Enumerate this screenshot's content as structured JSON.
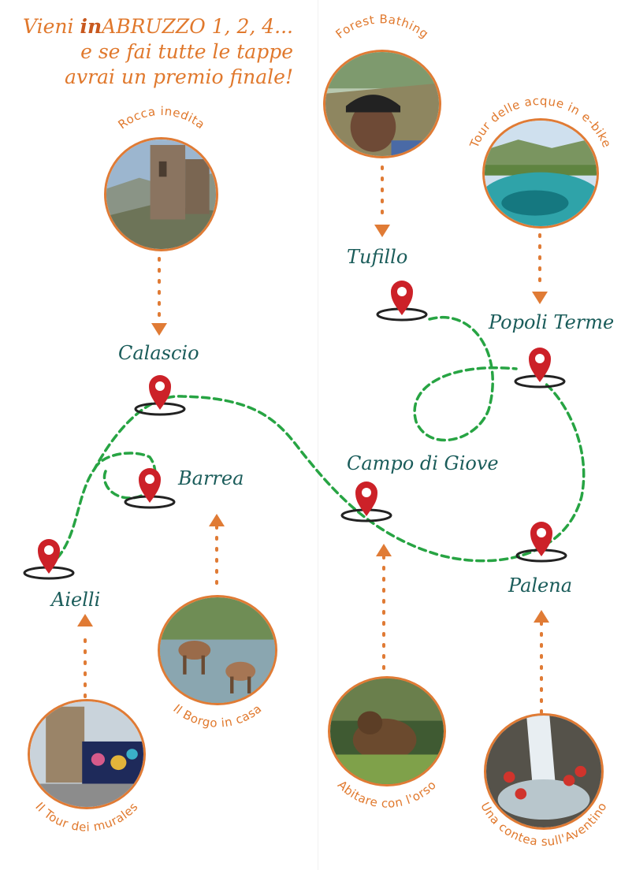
{
  "headline": {
    "line1_pre": "Vieni ",
    "line1_brand": "in",
    "line1_post": "ABRUZZO 1, 2, 4...",
    "line2": "e se fai tutte le tappe",
    "line3": "avrai un premio finale!"
  },
  "experiences": [
    {
      "key": "rocca",
      "label": "Rocca inedita",
      "photo": "castle-ruins-photo"
    },
    {
      "key": "forest",
      "label": "Forest Bathing",
      "photo": "hikers-selfie-photo"
    },
    {
      "key": "tour_acque",
      "label": "Tour delle acque in e-bike",
      "photo": "spring-lake-photo"
    },
    {
      "key": "borgo",
      "label": "Il Borgo in casa",
      "photo": "deer-in-river-photo"
    },
    {
      "key": "murales",
      "label": "Il Tour dei murales",
      "photo": "mural-tower-photo"
    },
    {
      "key": "orso",
      "label": "Abitare con l'orso",
      "photo": "bear-photo"
    },
    {
      "key": "contea",
      "label": "Una contea sull'Aventino",
      "photo": "canyoning-photo"
    }
  ],
  "places": {
    "calascio": "Calascio",
    "tufillo": "Tufillo",
    "popoli": "Popoli Terme",
    "barrea": "Barrea",
    "campo": "Campo di Giove",
    "aielli": "Aielli",
    "palena": "Palena"
  },
  "colors": {
    "accent_orange": "#e07b35",
    "place_teal": "#1a5c5a",
    "pin_red": "#cc2128",
    "route_green": "#27a443"
  }
}
